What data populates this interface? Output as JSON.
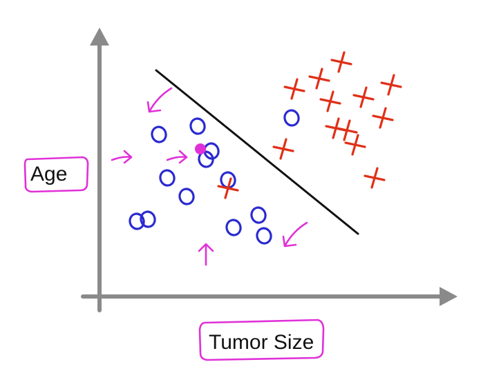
{
  "chart_data": {
    "type": "scatter",
    "xlabel": "Tumor Size",
    "ylabel": "Age",
    "xlim": [
      0,
      10
    ],
    "ylim": [
      0,
      10
    ],
    "grid": false,
    "legend": "none",
    "colors": {
      "circle_class": "#2a2ad0",
      "cross_class": "#e03018",
      "annotation": "#e030d8",
      "boundary": "#111111",
      "axes": "#8a8a8a"
    },
    "series": [
      {
        "marker": "o",
        "x": [
          1.5,
          2.9,
          0.7,
          3.2,
          3.4,
          1.8,
          4.0,
          2.5,
          1.1,
          5.1,
          5.3,
          4.2,
          6.3
        ],
        "y": [
          6.5,
          6.9,
          2.3,
          5.3,
          5.7,
          4.4,
          4.3,
          3.5,
          2.4,
          2.6,
          1.6,
          2.0,
          7.3
        ]
      },
      {
        "marker": "x",
        "x": [
          6.4,
          7.3,
          8.1,
          7.7,
          8.9,
          8.3,
          9.9,
          9.6,
          7.9,
          6.0,
          9.3,
          8.6,
          4.0
        ],
        "y": [
          8.7,
          9.2,
          10.0,
          8.1,
          8.3,
          6.7,
          8.9,
          7.3,
          6.8,
          5.8,
          4.4,
          6.0,
          3.9
        ]
      }
    ],
    "highlighted_point": {
      "x": 3.0,
      "y": 5.8
    },
    "decision_boundary": {
      "x": [
        1.4,
        8.7
      ],
      "y": [
        9.6,
        1.7
      ]
    },
    "arrows": [
      {
        "x": 1.4,
        "y": 8.0,
        "direction": "down-left"
      },
      {
        "x": 0.2,
        "y": 5.4,
        "direction": "right"
      },
      {
        "x": 2.2,
        "y": 5.4,
        "direction": "right"
      },
      {
        "x": 3.2,
        "y": 0.8,
        "direction": "up"
      },
      {
        "x": 6.3,
        "y": 1.5,
        "direction": "down-left"
      }
    ]
  }
}
